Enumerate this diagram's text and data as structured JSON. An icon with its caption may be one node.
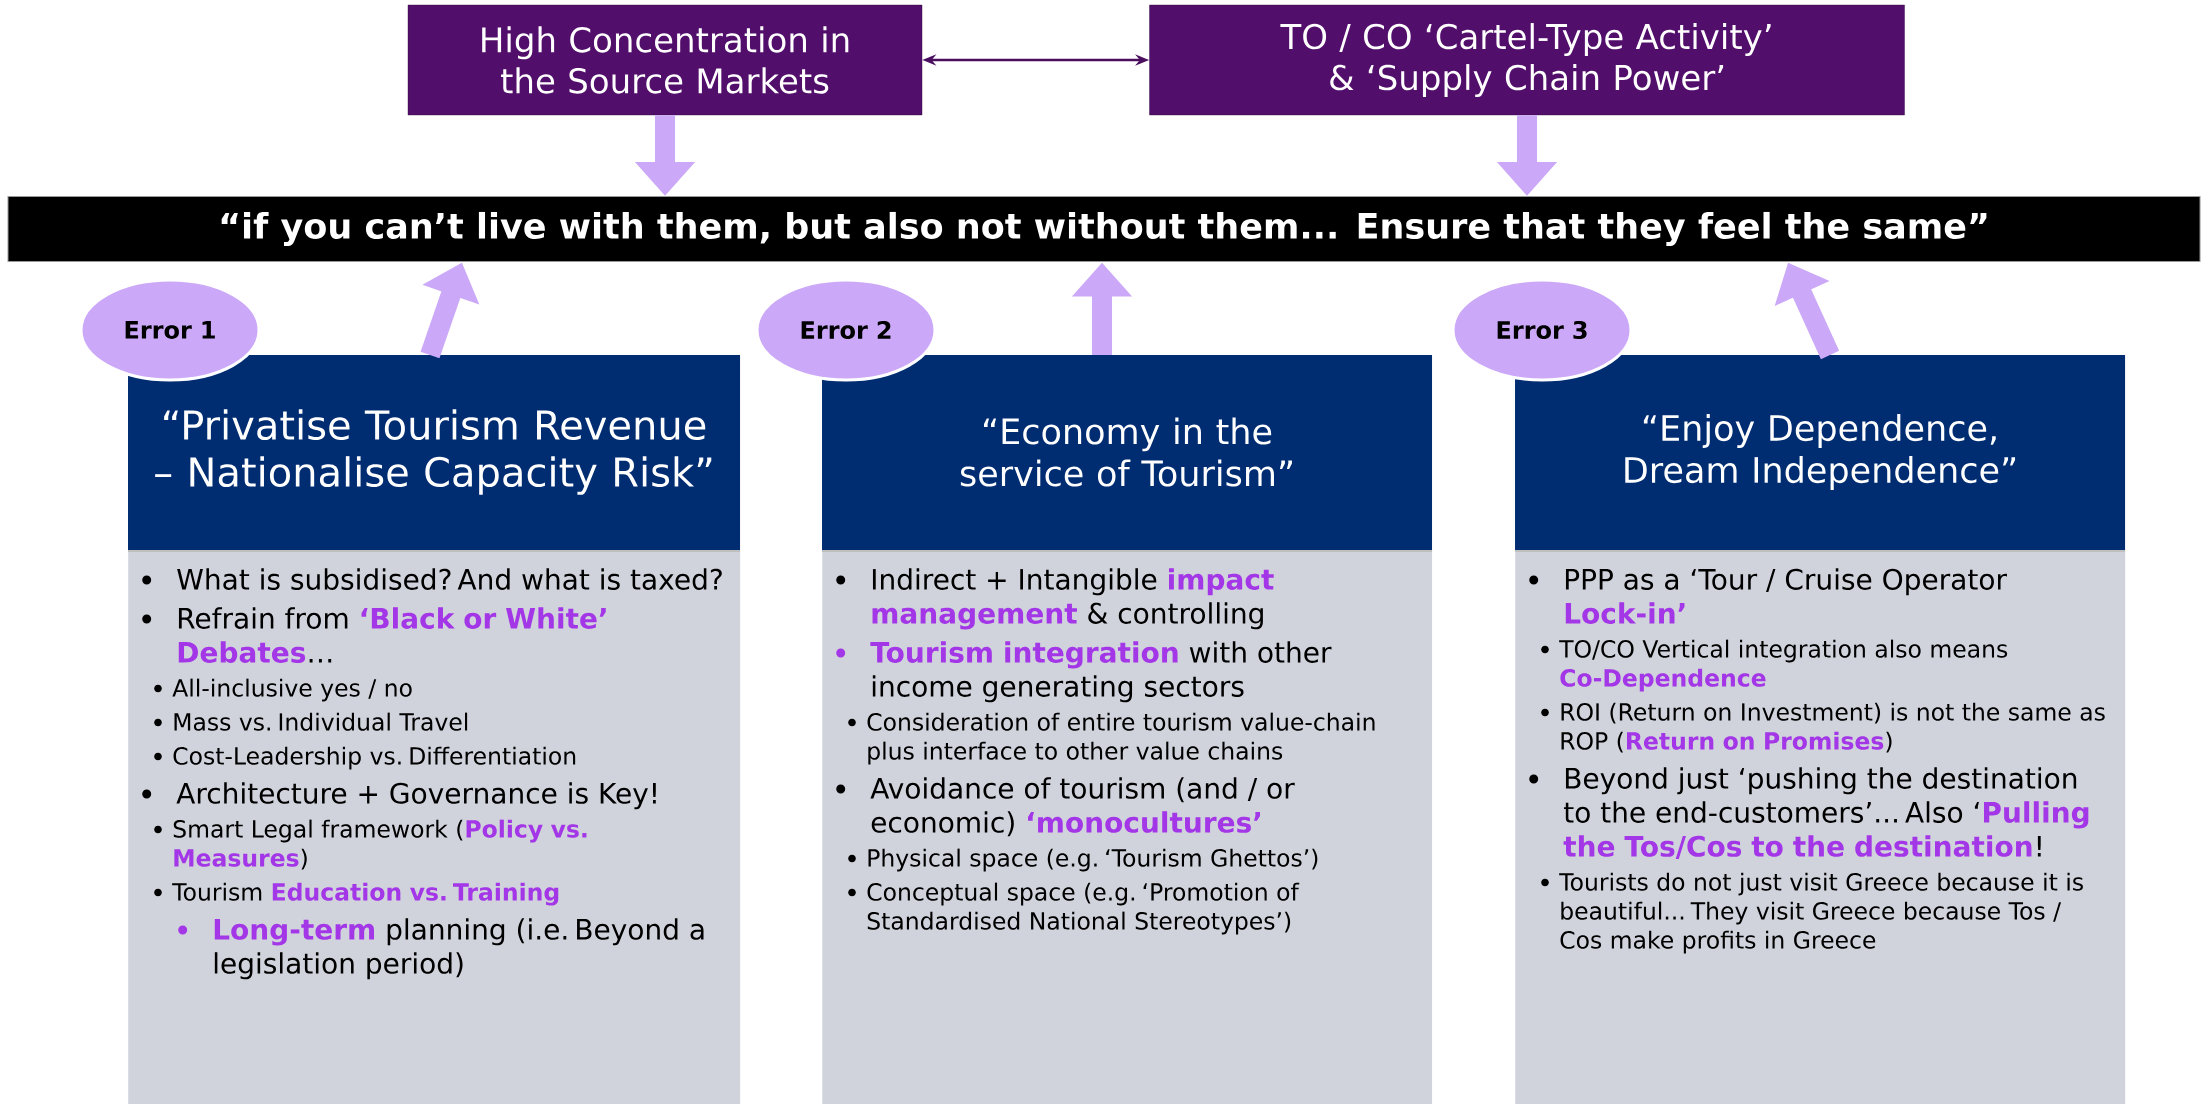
{
  "diagram": {
    "nodes": [
      {
        "text": [
          "High Concentration in the Source Markets"
        ]
      },
      {
        "text": [
          "TO / CO ‘Cartel-Type Activity’ & ‘Supply Chain Power’"
        ]
      },
      {
        "text": [
          "“if you can’t live with them, but also not without them...  Ensure that they feel the same”"
        ]
      },
      {
        "text": [
          "Error 1"
        ]
      },
      {
        "text": [
          "“Privatise Tourism Revenue – Nationalise Capacity Risk”",
          "What is subsidised? And what is taxed?",
          "Refrain from **‘Black or White’ Debates**…",
          "All-inclusive yes / no",
          "Mass vs. Individual Travel",
          "Cost-Leadership vs. Differentiation",
          "Architecture + Governance is Key!",
          "Smart Legal framework (**Policy vs. Measures**)",
          "Tourism **Education vs. Training**",
          "**Long-term** planning (i.e. Beyond a legislation period)"
        ]
      },
      {
        "text": [
          "Error 2"
        ]
      },
      {
        "text": [
          "“Economy in the service of Tourism”",
          "Indirect + Intangible **impact management** & controlling",
          "**Tourism integration** with other income generating sectors",
          "Consideration of entire tourism value-chain plus interface to other value chains",
          "Avoidance of tourism (and / or economic) **‘monocultures’**",
          "Physical space (e.g. ‘Tourism Ghettos’)",
          "Conceptual space (e.g. ‘Promotion of Standardised National Stereotypes’)"
        ]
      },
      {
        "text": [
          "Error 3"
        ]
      },
      {
        "text": [
          "“Enjoy Dependence, Dream Independence”",
          "PPP as a ‘Tour / Cruise Operator **Lock-in’**",
          "TO/CO Vertical integration also means **Co-Dependence**",
          "ROI (Return on Investment) is not the same as ROP (**Return on Promises**)",
          "Beyond just ‘pushing the destination to the end-customers’... Also ‘**Pulling the Tos/Cos to the destination**!",
          "Tourists do not just visit Greece because it is beautiful... They visit Greece because Tos / Cos make profits in Greece"
        ]
      }
    ],
    "edges": [
      {
        "from": 0,
        "to": 1,
        "arrow": "both",
        "color": "#4b0f5f"
      },
      {
        "from": 0,
        "to": 2,
        "arrow": "to"
      },
      {
        "from": 1,
        "to": 2,
        "arrow": "to"
      },
      {
        "from": 4,
        "to": 2,
        "arrow": "to"
      },
      {
        "from": 6,
        "to": 2,
        "arrow": "to"
      },
      {
        "from": 8,
        "to": 2,
        "arrow": "to"
      }
    ]
  }
}
